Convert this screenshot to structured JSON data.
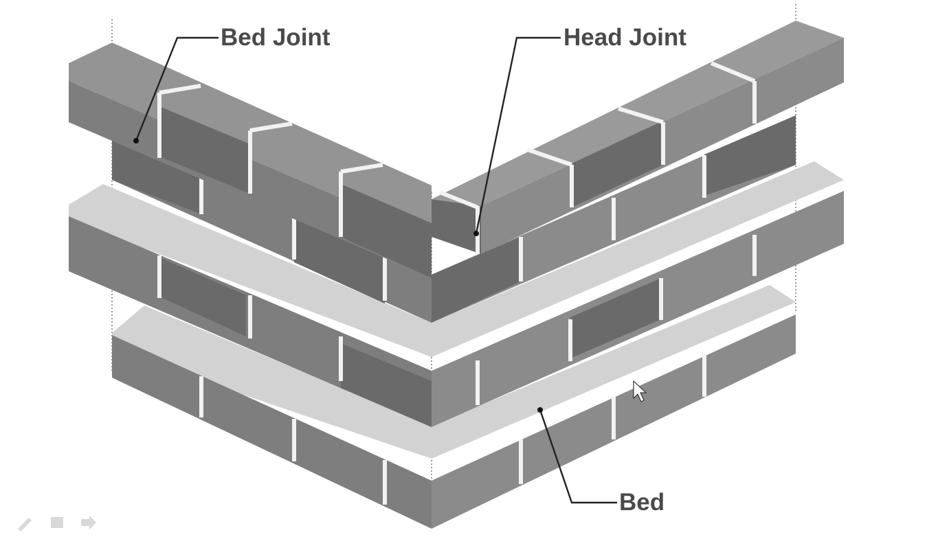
{
  "labels": {
    "bed_joint": "Bed Joint",
    "head_joint": "Head Joint",
    "bed": "Bed"
  },
  "icons": [
    "pen-icon",
    "square-icon",
    "arrow-right-icon"
  ],
  "colors": {
    "brick_light": "#8b8b8b",
    "brick_dark": "#6a6a6a",
    "bed_layer": "#d2d2d2",
    "mortar_joint": "#f2f2f2",
    "label_text": "#4a4a4a"
  }
}
